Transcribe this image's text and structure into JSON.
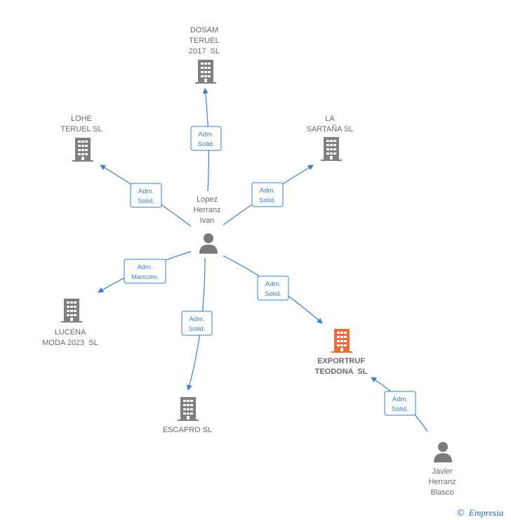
{
  "nodes": {
    "center": {
      "lines": [
        "Lopez",
        "Herranz",
        "Ivan"
      ]
    },
    "dosam": {
      "lines": [
        "DOSAM",
        "TERUEL",
        "2017  SL"
      ]
    },
    "lohe": {
      "lines": [
        "LOHE",
        "TERUEL SL"
      ]
    },
    "sartana": {
      "lines": [
        "LA",
        "SARTAÑA SL"
      ]
    },
    "lucena": {
      "lines": [
        "LUCENA",
        "MODA 2023  SL"
      ]
    },
    "escapro": {
      "lines": [
        "ESCAPRO SL"
      ]
    },
    "exportruf": {
      "lines": [
        "EXPORTRUF",
        "TEODONA  SL"
      ]
    },
    "javier": {
      "lines": [
        "Javier",
        "Herranz",
        "Blasco"
      ]
    }
  },
  "edges": [
    {
      "from": "Lopez Herranz Ivan",
      "to": "DOSAM TERUEL 2017 SL",
      "label": [
        "Adm.",
        "Solid."
      ]
    },
    {
      "from": "Lopez Herranz Ivan",
      "to": "LOHE TERUEL SL",
      "label": [
        "Adm.",
        "Solid."
      ]
    },
    {
      "from": "Lopez Herranz Ivan",
      "to": "LA SARTAÑA SL",
      "label": [
        "Adm.",
        "Solid."
      ]
    },
    {
      "from": "Lopez Herranz Ivan",
      "to": "LUCENA MODA 2023 SL",
      "label": [
        "Adm.",
        "Mancom."
      ]
    },
    {
      "from": "Lopez Herranz Ivan",
      "to": "ESCAPRO SL",
      "label": [
        "Adm.",
        "Solid."
      ]
    },
    {
      "from": "Lopez Herranz Ivan",
      "to": "EXPORTRUF TEODONA SL",
      "label": [
        "Adm.",
        "Solid."
      ]
    },
    {
      "from": "Javier Herranz Blasco",
      "to": "EXPORTRUF TEODONA SL",
      "label": [
        "Adm.",
        "Solid."
      ]
    }
  ],
  "colors": {
    "edge": "#3a7fd5",
    "company": "#808080",
    "company_highlight": "#f26b3a",
    "person": "#7a7a7a"
  },
  "icons": {
    "company": "building-icon",
    "person": "person-icon"
  },
  "footer": {
    "copyright": "©",
    "brand": "Empresia"
  }
}
